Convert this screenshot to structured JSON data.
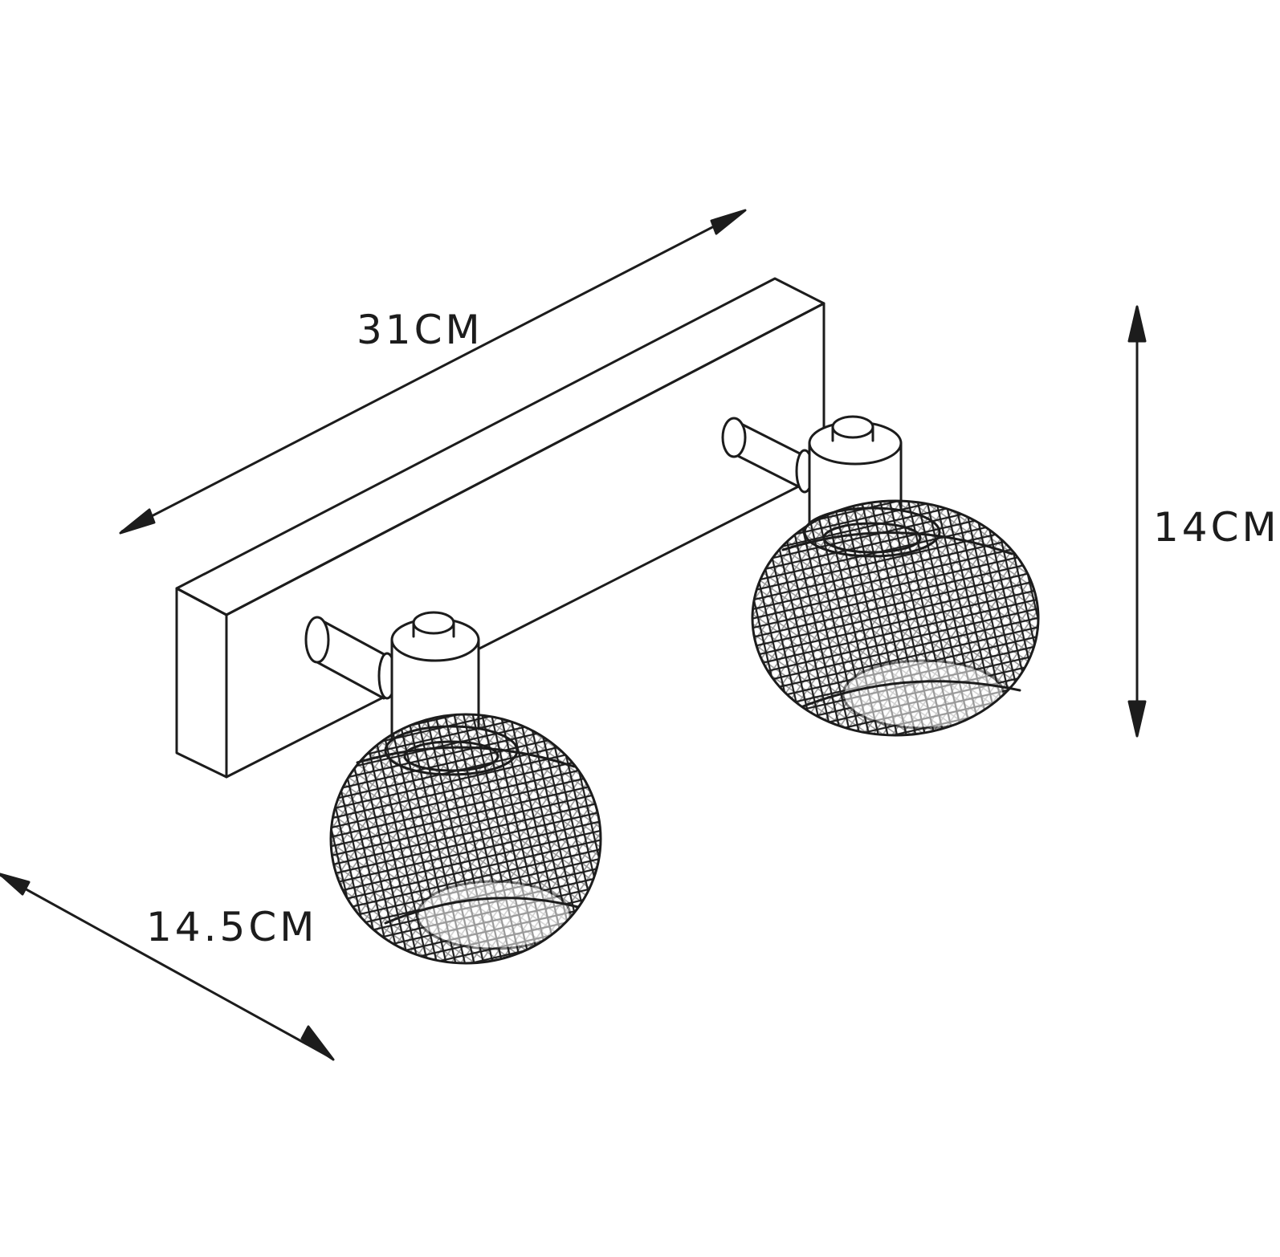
{
  "dimensions": {
    "width": "31CM",
    "height": "14CM",
    "depth": "14.5CM"
  },
  "colors": {
    "line": "#1c1c1c",
    "background": "#ffffff"
  }
}
